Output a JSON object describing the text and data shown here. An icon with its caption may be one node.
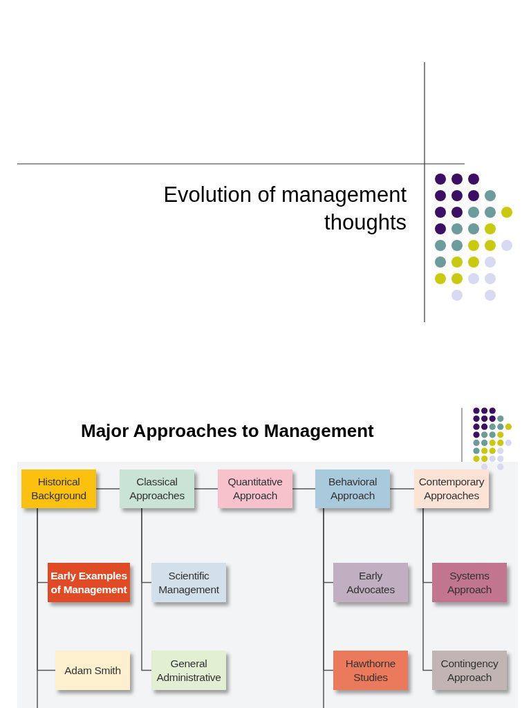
{
  "diagram": {
    "title": "Evolution of management thoughts",
    "nodes": [
      {
        "text": [
          "Historical Background"
        ]
      },
      {
        "text": [
          "Classical Approaches"
        ]
      },
      {
        "text": [
          "Quantitative Approach"
        ]
      },
      {
        "text": [
          "Behavioral Approach"
        ]
      },
      {
        "text": [
          "Contemporary Approaches"
        ]
      },
      {
        "text": [
          "Early Examples of Management"
        ]
      },
      {
        "text": [
          "Scientific Management"
        ]
      },
      {
        "text": [
          "Early Advocates"
        ]
      },
      {
        "text": [
          "Systems Approach"
        ]
      },
      {
        "text": [
          "Adam Smith"
        ]
      },
      {
        "text": [
          "General Administrative"
        ]
      },
      {
        "text": [
          "Hawthorne Studies"
        ]
      },
      {
        "text": [
          "Contingency Approach"
        ]
      }
    ],
    "edges": [
      {
        "from": 0,
        "to": 1,
        "arrow": "none"
      },
      {
        "from": 1,
        "to": 2,
        "arrow": "none"
      },
      {
        "from": 2,
        "to": 3,
        "arrow": "none"
      },
      {
        "from": 3,
        "to": 4,
        "arrow": "none"
      },
      {
        "from": 0,
        "to": 5,
        "arrow": "none"
      },
      {
        "from": 0,
        "to": 9,
        "arrow": "none"
      },
      {
        "from": 0,
        "to": null,
        "arrow": "none"
      },
      {
        "from": 1,
        "to": 6,
        "arrow": "none"
      },
      {
        "from": 1,
        "to": 10,
        "arrow": "none"
      },
      {
        "from": 3,
        "to": 7,
        "arrow": "none"
      },
      {
        "from": 3,
        "to": 11,
        "arrow": "none"
      },
      {
        "from": 3,
        "to": null,
        "arrow": "none"
      },
      {
        "from": 4,
        "to": 8,
        "arrow": "none"
      },
      {
        "from": 4,
        "to": 12,
        "arrow": "none"
      }
    ],
    "labels": [
      "Major Approaches to Management"
    ]
  }
}
